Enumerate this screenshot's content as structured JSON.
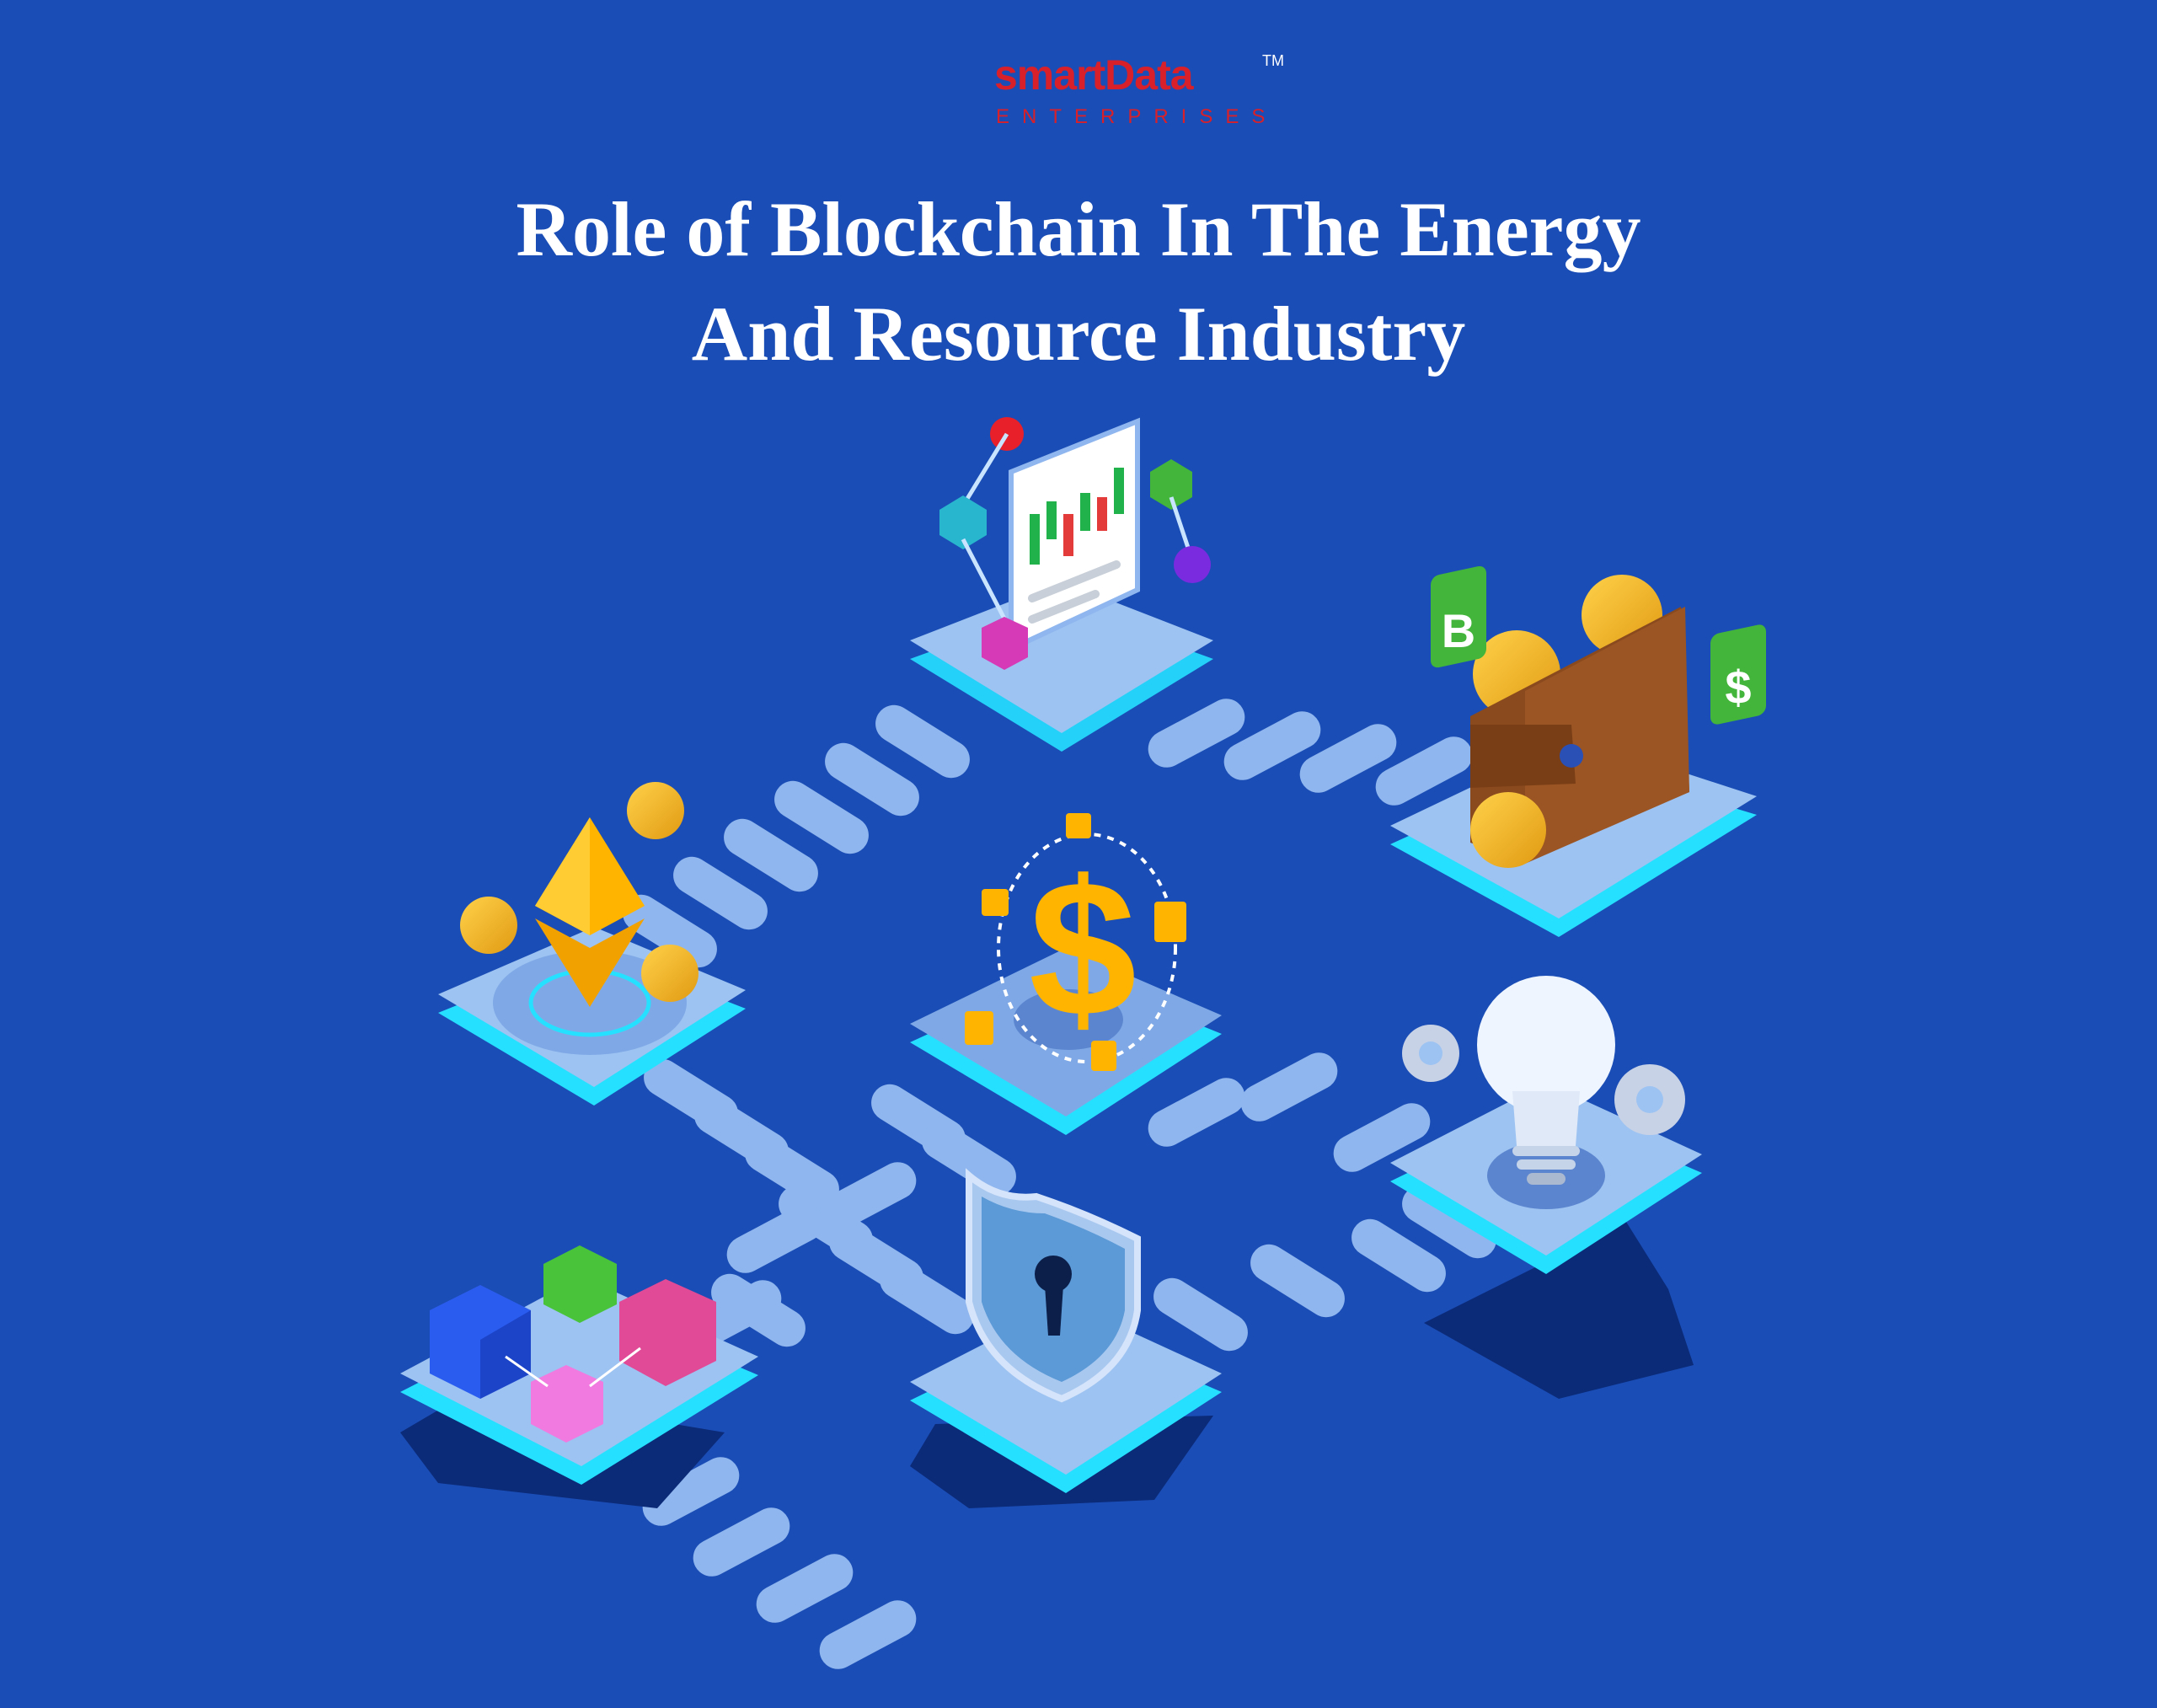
{
  "brand": {
    "name": "smartData",
    "trademark": "TM",
    "tagline": "ENTERPRISES",
    "color": "#d8202a"
  },
  "title": {
    "line1": "Role of Blockchain In The Energy",
    "line2": "And Resource Industry"
  },
  "colors": {
    "background": "#1a4db5",
    "tile_top": "#9dc3f2",
    "tile_glow": "#26e0ff",
    "path_step": "#8fb6ee",
    "shadow": "#0b2a78"
  },
  "illustrations": [
    "candlestick-chart-icon",
    "crypto-wallet-icon",
    "ethereum-coin-icon",
    "dollar-lock-icon",
    "lightbulb-gear-icon",
    "blockchain-cubes-icon",
    "security-shield-icon"
  ],
  "badges": {
    "bitcoin": "B",
    "dollar": "$"
  }
}
